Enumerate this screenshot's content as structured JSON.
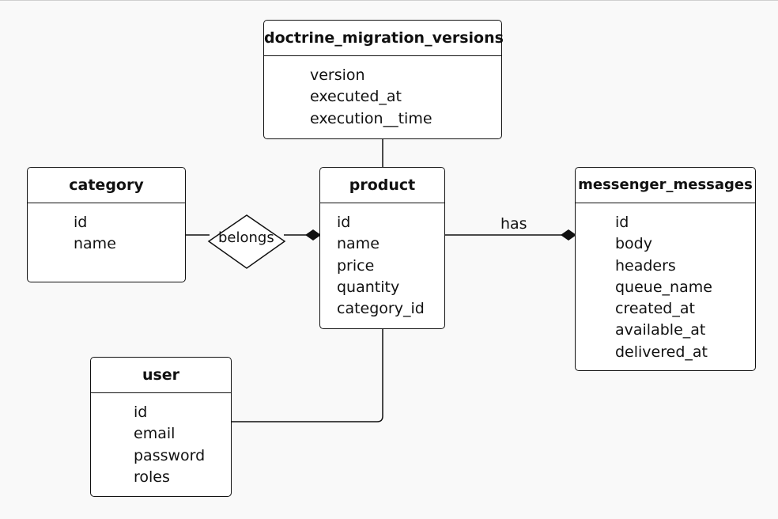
{
  "entities": {
    "doctrine_migration_versions": {
      "title": "doctrine_migration_versions",
      "fields": [
        "version",
        "executed_at",
        "execution__time"
      ]
    },
    "category": {
      "title": "category",
      "fields": [
        "id",
        "name"
      ]
    },
    "product": {
      "title": "product",
      "fields": [
        "id",
        "name",
        "price",
        "quantity",
        "category_id"
      ]
    },
    "messenger_messages": {
      "title": "messenger_messages",
      "fields": [
        "id",
        "body",
        "headers",
        "queue_name",
        "created_at",
        "available_at",
        "delivered_at"
      ]
    },
    "user": {
      "title": "user",
      "fields": [
        "id",
        "email",
        "password",
        "roles"
      ]
    }
  },
  "relationships": {
    "belongs": "belongs",
    "has": "has"
  },
  "colors": {
    "background": "#f9f9f9",
    "box_fill": "#ffffff",
    "line": "#111111"
  }
}
